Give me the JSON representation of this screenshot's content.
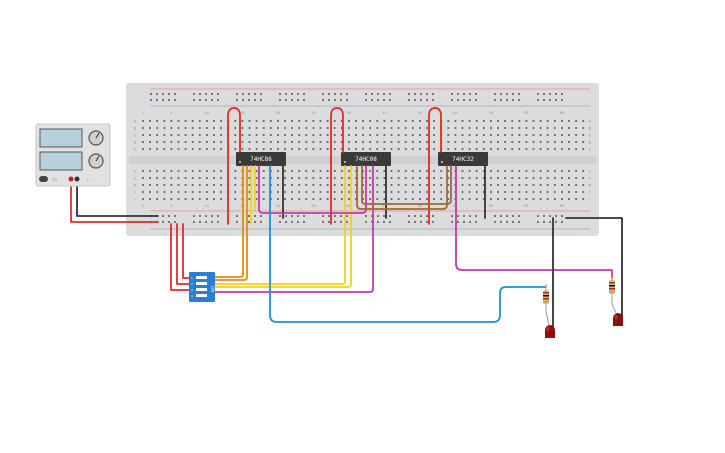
{
  "colors": {
    "background": "#ffffff",
    "breadboard": "#dcdcdc",
    "hole": "#5e5e5e",
    "rail_red": "#e06a6a",
    "rail_blue": "#7a8fd1",
    "chip": "#3a3a3a",
    "wire_red": "#e02b2b",
    "wire_black": "#333333",
    "wire_orange": "#e8890c",
    "wire_yellow": "#f0d21e",
    "wire_magenta": "#c43aa6",
    "wire_blue": "#1e8fd6",
    "wire_brown": "#9c6a3a",
    "dip_switch": "#2a7fd4",
    "led": "#8b1010",
    "power_supply": "#e2e2e2"
  },
  "chips": [
    {
      "id": "u1",
      "label": "74HC86"
    },
    {
      "id": "u2",
      "label": "74HC08"
    },
    {
      "id": "u3",
      "label": "74HC32"
    }
  ],
  "power_supply": {
    "icon": "power-supply-icon",
    "marks": [
      "5V",
      "+",
      "−"
    ]
  },
  "dip_switch": {
    "label": "ON",
    "positions": [
      "1",
      "2",
      "3",
      "4"
    ]
  },
  "column_numbers": [
    "1",
    "5",
    "10",
    "15",
    "20",
    "25",
    "30",
    "35",
    "40",
    "45",
    "50",
    "55",
    "60"
  ],
  "row_letters_top": [
    "A",
    "B",
    "C",
    "D",
    "E"
  ],
  "row_letters_bottom": [
    "F",
    "G",
    "H",
    "I",
    "J"
  ],
  "leds": [
    {
      "id": "led1",
      "color": "#8b1010"
    },
    {
      "id": "led2",
      "color": "#8b1010"
    }
  ]
}
